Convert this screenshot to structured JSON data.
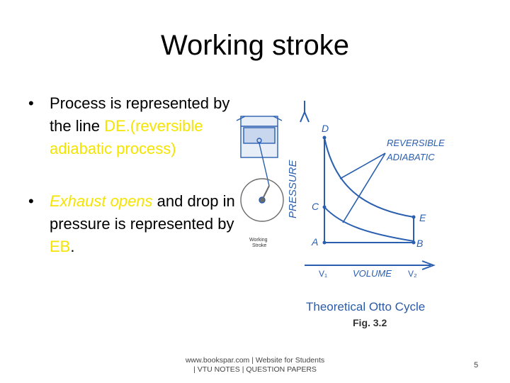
{
  "slide": {
    "title": "Working stroke",
    "bullet1": {
      "text_a": "Process is represented by the line ",
      "text_b": "DE.",
      "text_c": "(reversible adiabatic process)"
    },
    "bullet2": {
      "text_a": "Exhaust opens",
      "text_b": " and drop in pressure is represented by ",
      "text_c": "EB",
      "text_d": "."
    },
    "footer_line1": "www.bookspar.com | Website for Students",
    "footer_line2": "| VTU NOTES | QUESTION PAPERS",
    "page_number": "5"
  },
  "figure": {
    "label_pressure": "PRESSURE",
    "label_volume": "VOLUME",
    "label_reversible": "REVERSIBLE",
    "label_adiabatic": "ADIABATIC",
    "label_working": "Working",
    "label_stroke": "Stroke",
    "caption": "Theoretical Otto Cycle",
    "fig_number": "Fig. 3.2",
    "point_d": "D",
    "point_c": "C",
    "point_e": "E",
    "point_a": "A",
    "point_b": "B",
    "v1": "V₁",
    "v2": "V₂",
    "colors": {
      "highlight": "#f5e400",
      "diagram_blue": "#2a5fb0",
      "caption_blue": "#2b5ba8"
    }
  }
}
